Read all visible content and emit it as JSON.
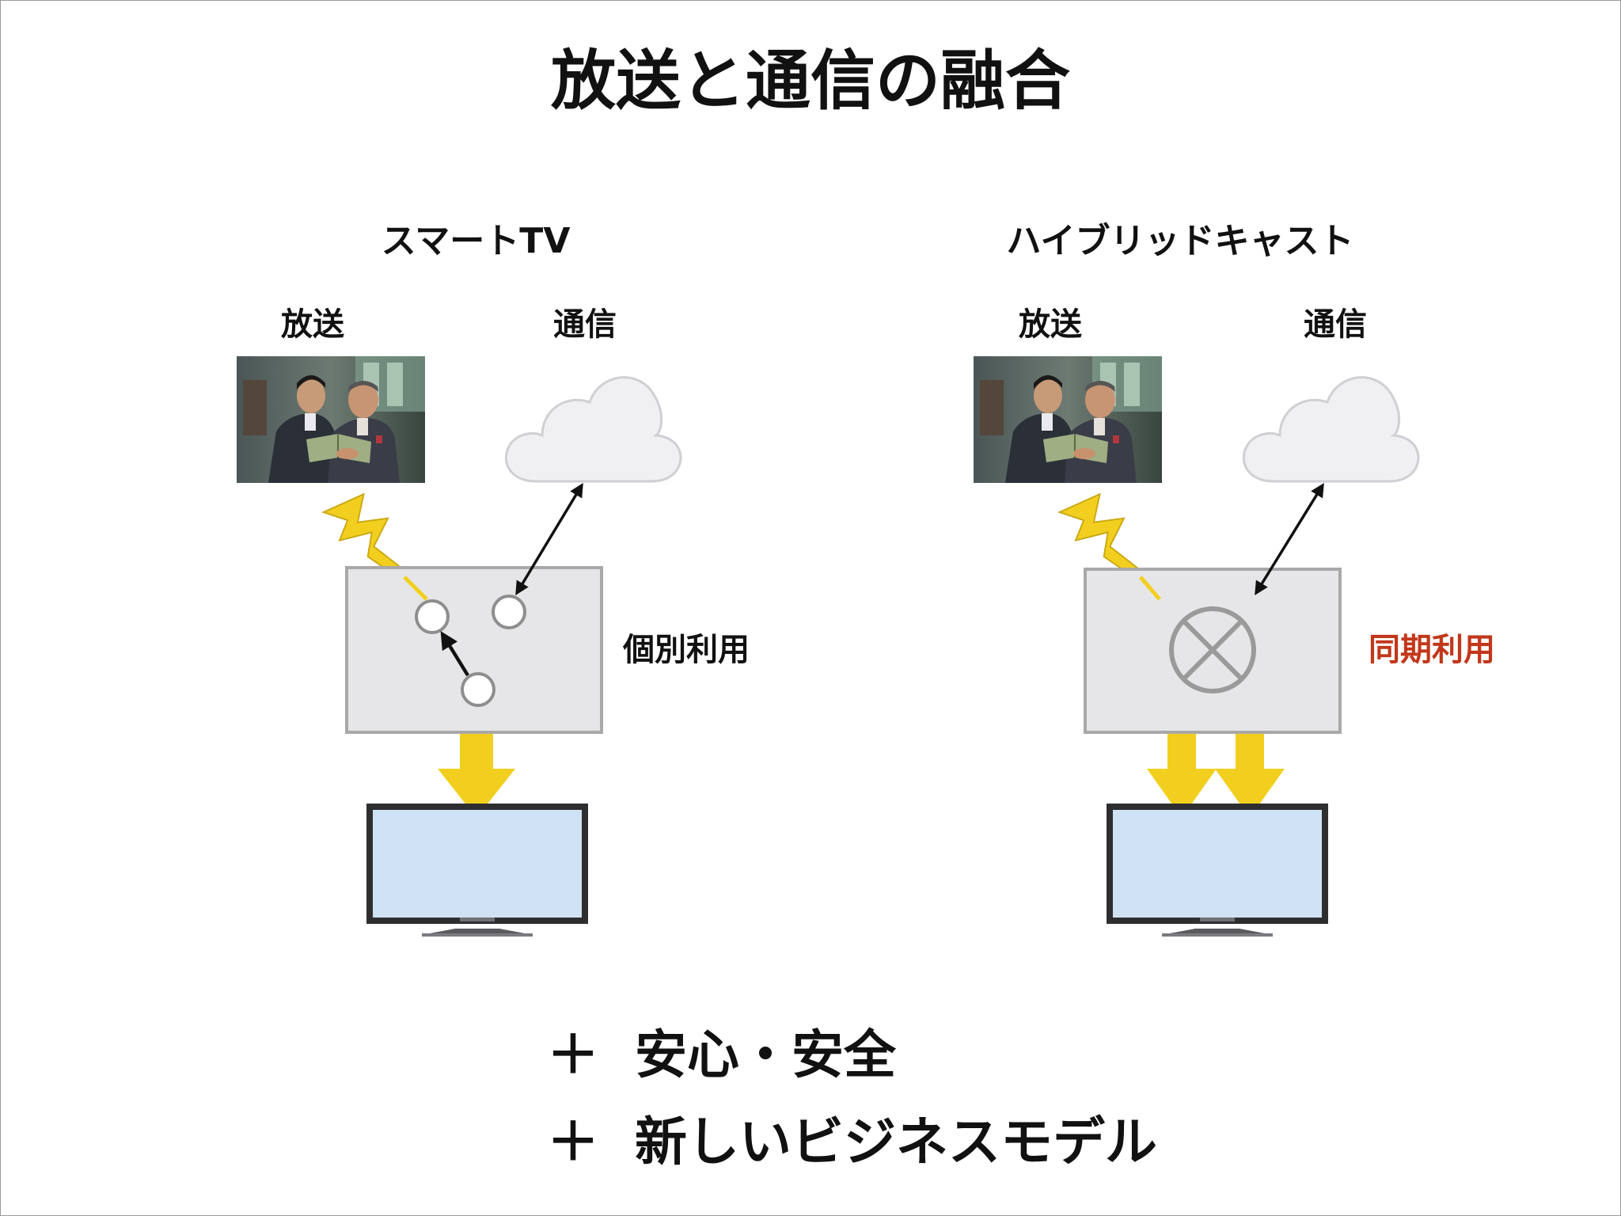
{
  "title": "放送と通信の融合",
  "left": {
    "heading": "スマートTV",
    "broadcast_label": "放送",
    "telecom_label": "通信",
    "usage_label": "個別利用"
  },
  "right": {
    "heading": "ハイブリッドキャスト",
    "broadcast_label": "放送",
    "telecom_label": "通信",
    "usage_label": "同期利用"
  },
  "bullets": [
    {
      "marker": "＋",
      "text": "安心・安全"
    },
    {
      "marker": "＋",
      "text": "新しいビジネスモデル"
    }
  ],
  "colors": {
    "text": "#111111",
    "accent_red": "#c2371b",
    "arrow_yellow": "#f2cf1f",
    "box_fill": "#e6e6e9",
    "box_stroke": "#a8a8a8",
    "screen": "#cfe2f3",
    "cloud": "#f0f0f2"
  },
  "icons": [
    "tv-broadcast-photo",
    "cloud-icon",
    "lightning-bolt-icon",
    "tv-icon",
    "multiply-circle-icon"
  ]
}
